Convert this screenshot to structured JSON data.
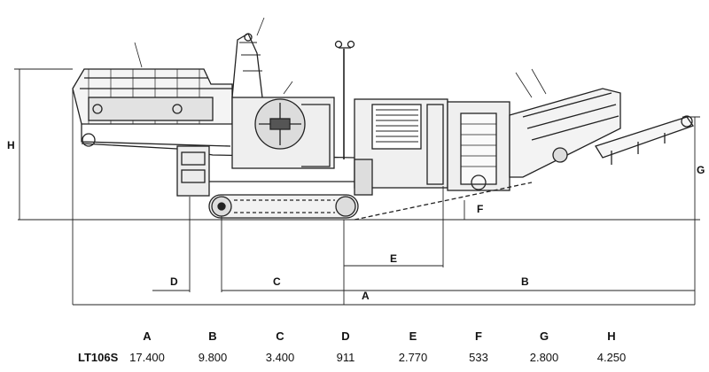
{
  "dimension_labels": {
    "A": "A",
    "B": "B",
    "C": "C",
    "D": "D",
    "E": "E",
    "F": "F",
    "G": "G",
    "H": "H"
  },
  "spec_table": {
    "model": "LT106S",
    "columns": [
      "A",
      "B",
      "C",
      "D",
      "E",
      "F",
      "G",
      "H"
    ],
    "values": [
      "17.400",
      "9.800",
      "3.400",
      "911",
      "2.770",
      "533",
      "2.800",
      "4.250"
    ]
  }
}
